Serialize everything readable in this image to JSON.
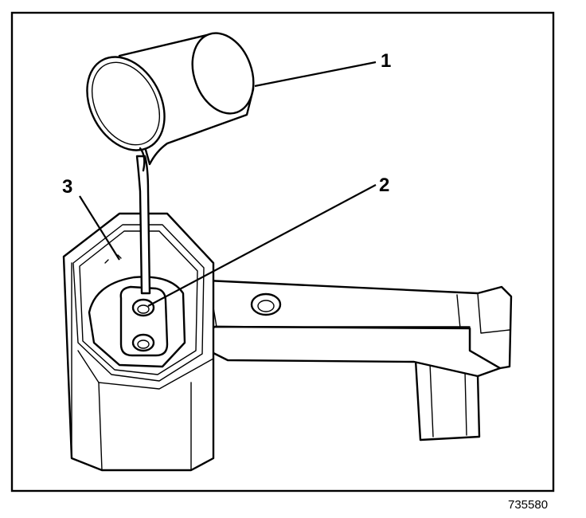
{
  "callouts": {
    "c1": "1",
    "c2": "2",
    "c3": "3"
  },
  "figure_id": "735580",
  "colors": {
    "line": "#000000",
    "background": "#ffffff"
  }
}
